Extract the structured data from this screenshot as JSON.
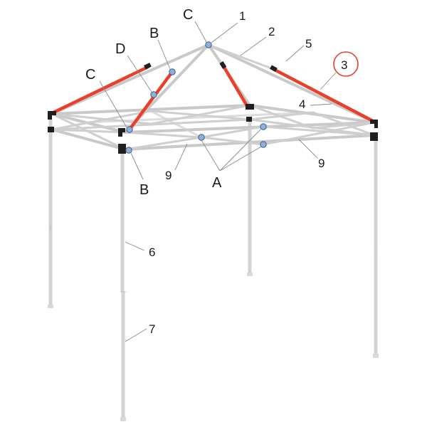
{
  "labels": {
    "one": "1",
    "two": "2",
    "three": "3",
    "four": "4",
    "five": "5",
    "six": "6",
    "seven": "7",
    "nine_left": "9",
    "nine_right": "9",
    "a": "A",
    "b_top": "B",
    "b_bottom": "B",
    "c_top": "C",
    "c_left": "C",
    "d": "D"
  },
  "colors": {
    "highlight": "#e8402b",
    "frame": "#c9c9c9",
    "pivot": "#8fb0d8",
    "bracket": "#1f1f1f"
  }
}
